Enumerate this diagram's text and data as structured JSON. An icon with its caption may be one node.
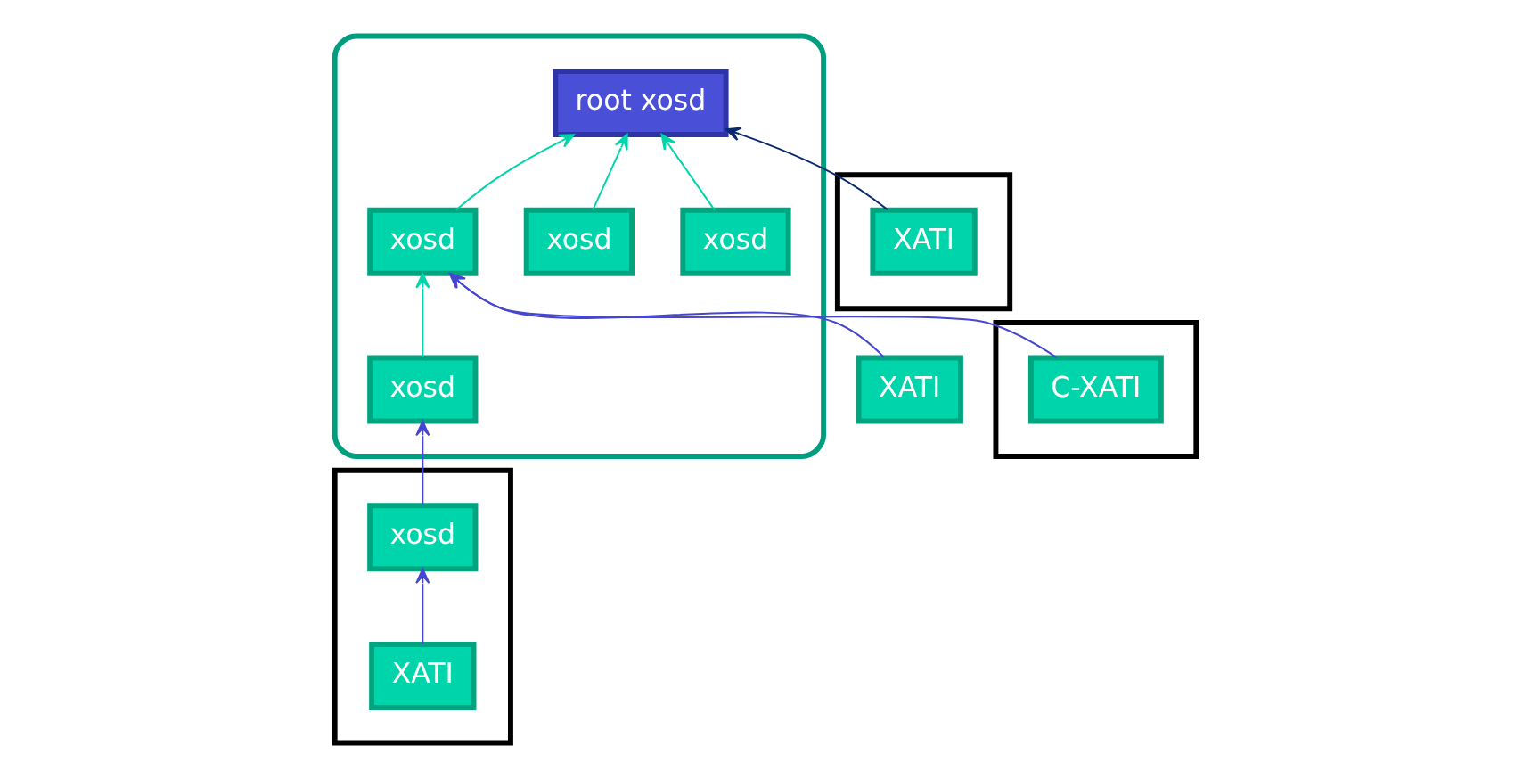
{
  "diagram": {
    "nodes": [
      {
        "text": [],
        "shape": "cloud"
      },
      {
        "text": [
          "root xosd"
        ],
        "in": 0
      },
      {
        "text": [
          "xosd"
        ],
        "in": 0
      },
      {
        "text": [
          "xosd"
        ],
        "in": 0
      },
      {
        "text": [
          "xosd"
        ],
        "in": 0
      },
      {
        "text": [
          "xosd"
        ],
        "in": 0
      },
      {
        "text": [],
        "shape": "box"
      },
      {
        "text": [
          "XATI"
        ],
        "in": 6
      },
      {
        "text": [
          "XATI"
        ]
      },
      {
        "text": [],
        "shape": "box"
      },
      {
        "text": [
          "C-XATI"
        ],
        "in": 9
      },
      {
        "text": [],
        "shape": "box"
      },
      {
        "text": [
          "xosd"
        ],
        "in": 11
      },
      {
        "text": [
          "XATI"
        ],
        "in": 11
      }
    ],
    "edges": [
      {
        "from": 2,
        "to": 1,
        "arrow": "to"
      },
      {
        "from": 3,
        "to": 1,
        "arrow": "to"
      },
      {
        "from": 5,
        "to": 1,
        "arrow": "to"
      },
      {
        "from": 4,
        "to": 5,
        "arrow": "to"
      },
      {
        "from": 7,
        "to": 1,
        "arrow": "to",
        "color": "#0b2a6e"
      },
      {
        "from": 8,
        "to": 5,
        "arrow": "to",
        "color": "#4646d0"
      },
      {
        "from": 10,
        "to": 5,
        "arrow": "to",
        "color": "#4646d0"
      },
      {
        "from": 12,
        "to": 4,
        "arrow": "to",
        "color": "#4646d0"
      },
      {
        "from": 13,
        "to": 12,
        "arrow": "to",
        "color": "#4646d0"
      }
    ]
  }
}
